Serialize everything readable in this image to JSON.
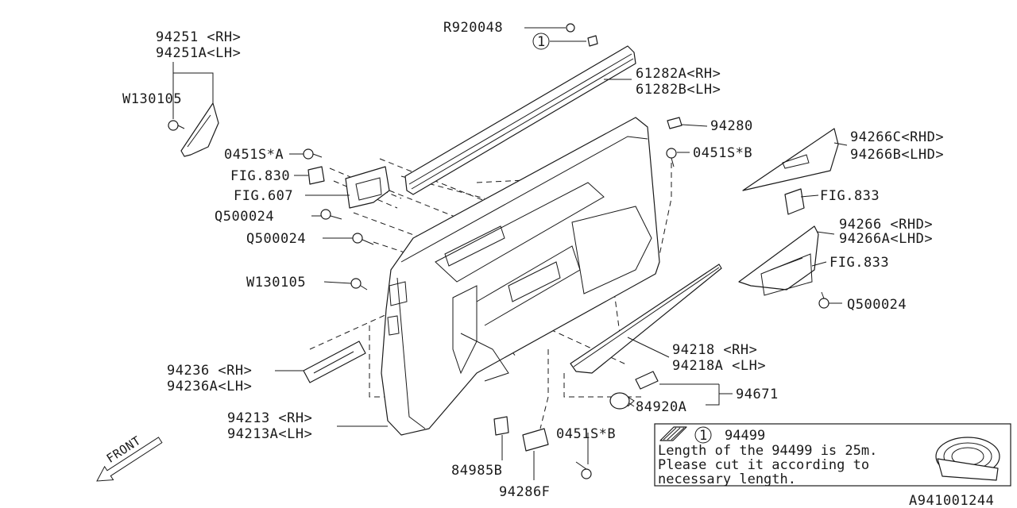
{
  "labels": {
    "p94251_rh": "94251 <RH>",
    "p94251a_lh": "94251A<LH>",
    "w130105_top": "W130105",
    "p0451s_a": "0451S*A",
    "fig830": "FIG.830",
    "fig607": "FIG.607",
    "q500024_1": "Q500024",
    "q500024_2": "Q500024",
    "w130105_mid": "W130105",
    "p94236_rh": "94236 <RH>",
    "p94236a_lh": "94236A<LH>",
    "p94213_rh": "94213 <RH>",
    "p94213a_lh": "94213A<LH>",
    "r920048": "R920048",
    "circle1": "1",
    "p61282a_rh": "61282A<RH>",
    "p61282b_lh": "61282B<LH>",
    "p94280": "94280",
    "p0451s_b_top": "0451S*B",
    "p94266c_rhd": "94266C<RHD>",
    "p94266b_lhd": "94266B<LHD>",
    "fig833_top": "FIG.833",
    "p94266_rhd": "94266 <RHD>",
    "p94266a_lhd": "94266A<LHD>",
    "fig833_bot": "FIG.833",
    "q500024_3": "Q500024",
    "p94218_rh": "94218 <RH>",
    "p94218a_lh": "94218A <LH>",
    "p94671": "94671",
    "p84920a": "84920A",
    "p0451s_b_bot": "0451S*B",
    "p84985b": "84985B",
    "p94286f": "94286F",
    "front": "FRONT",
    "diagram_id": "A941001244"
  },
  "note": {
    "circle": "1",
    "part": "94499",
    "line1": "Length of the 94499 is 25m.",
    "line2": "Please cut it according to",
    "line3": "necessary length."
  }
}
